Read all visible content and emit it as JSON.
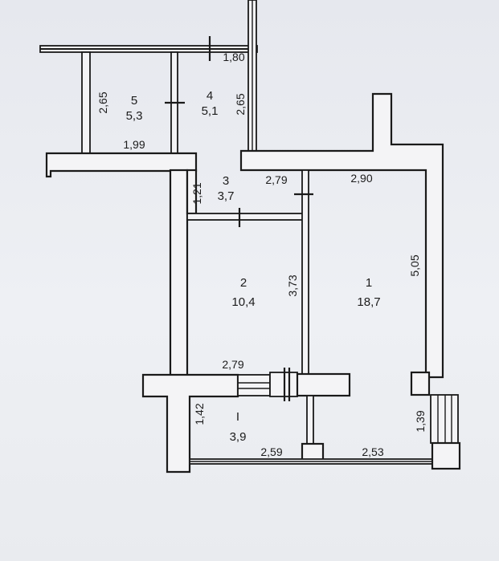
{
  "rooms": [
    {
      "number": "1",
      "area": "18,7"
    },
    {
      "number": "2",
      "area": "10,4"
    },
    {
      "number": "3",
      "area": "3,7"
    },
    {
      "number": "4",
      "area": "5,1"
    },
    {
      "number": "5",
      "area": "5,3"
    },
    {
      "number": "I",
      "area": "3,9"
    }
  ],
  "dimensions": {
    "d_1_80": "1,80",
    "d_2_65_left": "2,65",
    "d_2_65_right": "2,65",
    "d_1_99": "1,99",
    "d_1_21": "1,21",
    "d_2_79_top": "2,79",
    "d_2_90": "2,90",
    "d_5_05": "5,05",
    "d_3_73": "3,73",
    "d_2_79_bottom": "2,79",
    "d_1_42": "1,42",
    "d_2_59": "2,59",
    "d_2_53": "2,53",
    "d_1_39": "1,39"
  }
}
